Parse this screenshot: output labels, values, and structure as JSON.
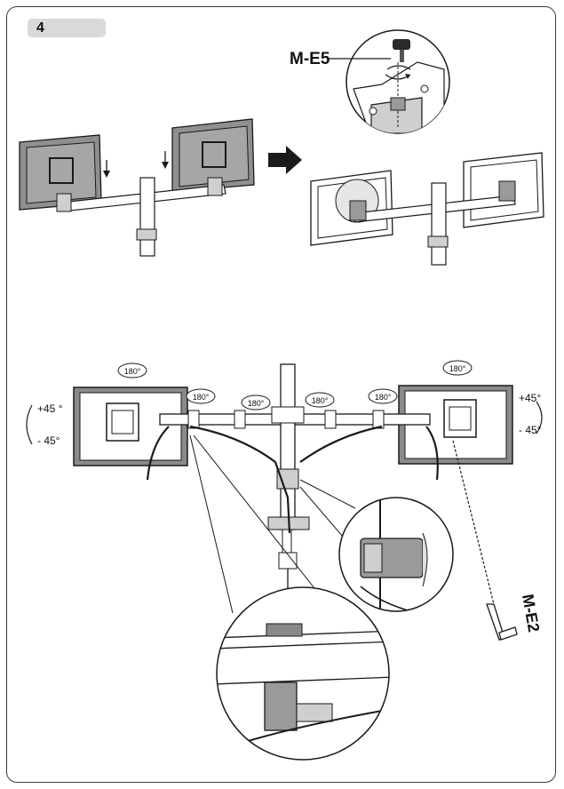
{
  "step": {
    "number": "4"
  },
  "parts": {
    "bolt_label": "M-E5",
    "wrench_label": "M-E2"
  },
  "rotation": {
    "label_180": "180°",
    "tilt_up_left": "+45 °",
    "tilt_down_left": "- 45°",
    "tilt_up_right": "+45°",
    "tilt_down_right": "- 45°"
  },
  "colors": {
    "outline": "#1a1a1a",
    "panel": "#8a8a8a",
    "light": "#d6d6d6",
    "badge": "#d9d9d9"
  }
}
